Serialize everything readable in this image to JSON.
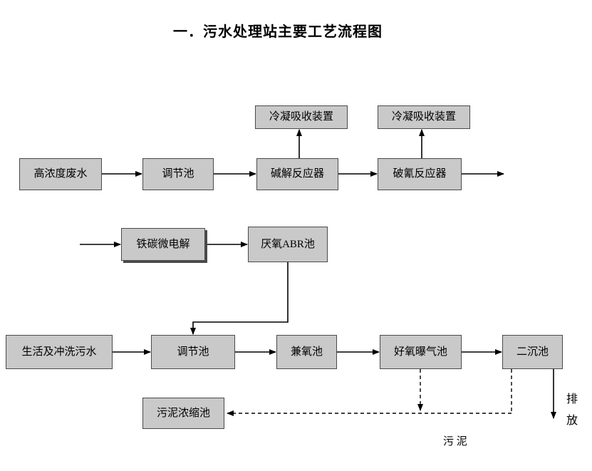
{
  "title": "一．污水处理站主要工艺流程图",
  "nodes": {
    "condenser_1": "冷凝吸收装置",
    "condenser_2": "冷凝吸收装置",
    "high_concentration_wastewater": "高浓度废水",
    "regulating_tank_1": "调节池",
    "alkaline_hydrolysis_reactor": "碱解反应器",
    "cyanide_breaking_reactor": "破氰反应器",
    "iron_carbon_micro_electrolysis": "铁碳微电解",
    "anaerobic_abr_tank": "厌氧ABR池",
    "domestic_flushing_sewage": "生活及冲洗污水",
    "regulating_tank_2": "调节池",
    "facultative_tank": "兼氧池",
    "aerobic_aeration_tank": "好氧曝气池",
    "secondary_sedimentation_tank": "二沉池",
    "sludge_thickening_tank": "污泥浓缩池"
  },
  "annotations": {
    "discharge": "排\n放",
    "sludge": "污 泥"
  },
  "colors": {
    "box_fill": "#c9c9c9",
    "box_border": "#4a4a4a",
    "line": "#000000",
    "background": "#ffffff"
  }
}
